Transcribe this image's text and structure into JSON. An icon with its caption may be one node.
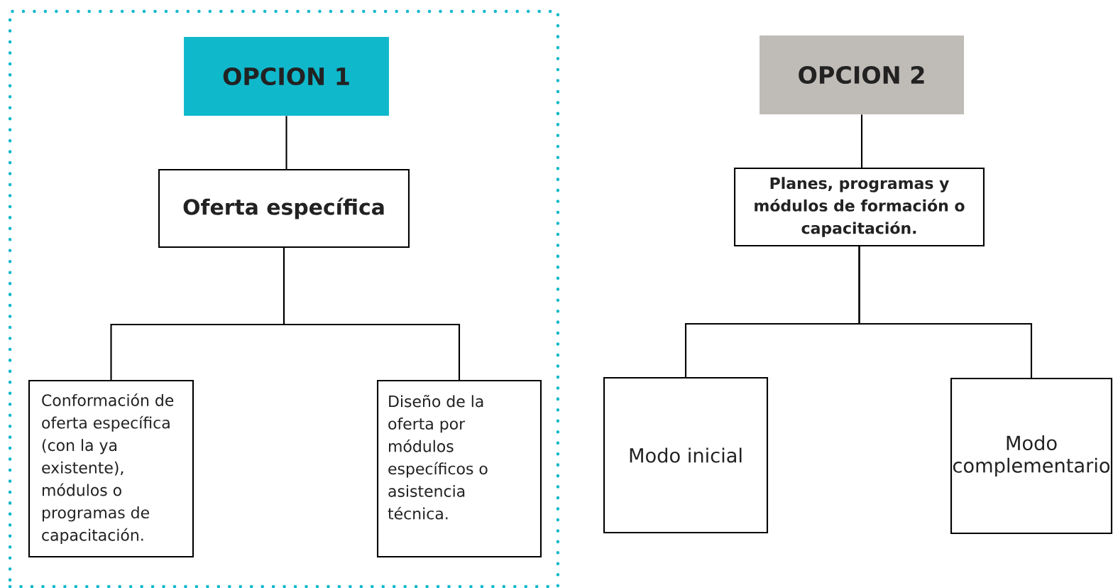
{
  "diagram": {
    "nodes": [
      {
        "text": [],
        "shape": "box"
      },
      {
        "text": [
          "OPCION 1"
        ],
        "in": 0
      },
      {
        "text": [
          "Oferta específica"
        ],
        "in": 0
      },
      {
        "text": [
          "Conformación de oferta específica (con la ya existente), módulos o programas de capacitación."
        ],
        "in": 0
      },
      {
        "text": [
          "Diseño de la oferta  por módulos específicos o asistencia técnica."
        ],
        "in": 0
      },
      {
        "text": [
          "OPCION 2"
        ]
      },
      {
        "text": [
          "Planes, programas y módulos de formación o capacitación."
        ]
      },
      {
        "text": [
          "Modo inicial"
        ]
      },
      {
        "text": [
          "Modo complementario"
        ]
      }
    ],
    "edges": [
      {
        "from": 1,
        "to": 2,
        "arrow": "none"
      },
      {
        "from": 2,
        "to": 3,
        "arrow": "none"
      },
      {
        "from": 2,
        "to": 4,
        "arrow": "none"
      },
      {
        "from": 5,
        "to": 6,
        "arrow": "none"
      },
      {
        "from": 6,
        "to": 7,
        "arrow": "none"
      },
      {
        "from": 6,
        "to": 8,
        "arrow": "none"
      }
    ]
  }
}
